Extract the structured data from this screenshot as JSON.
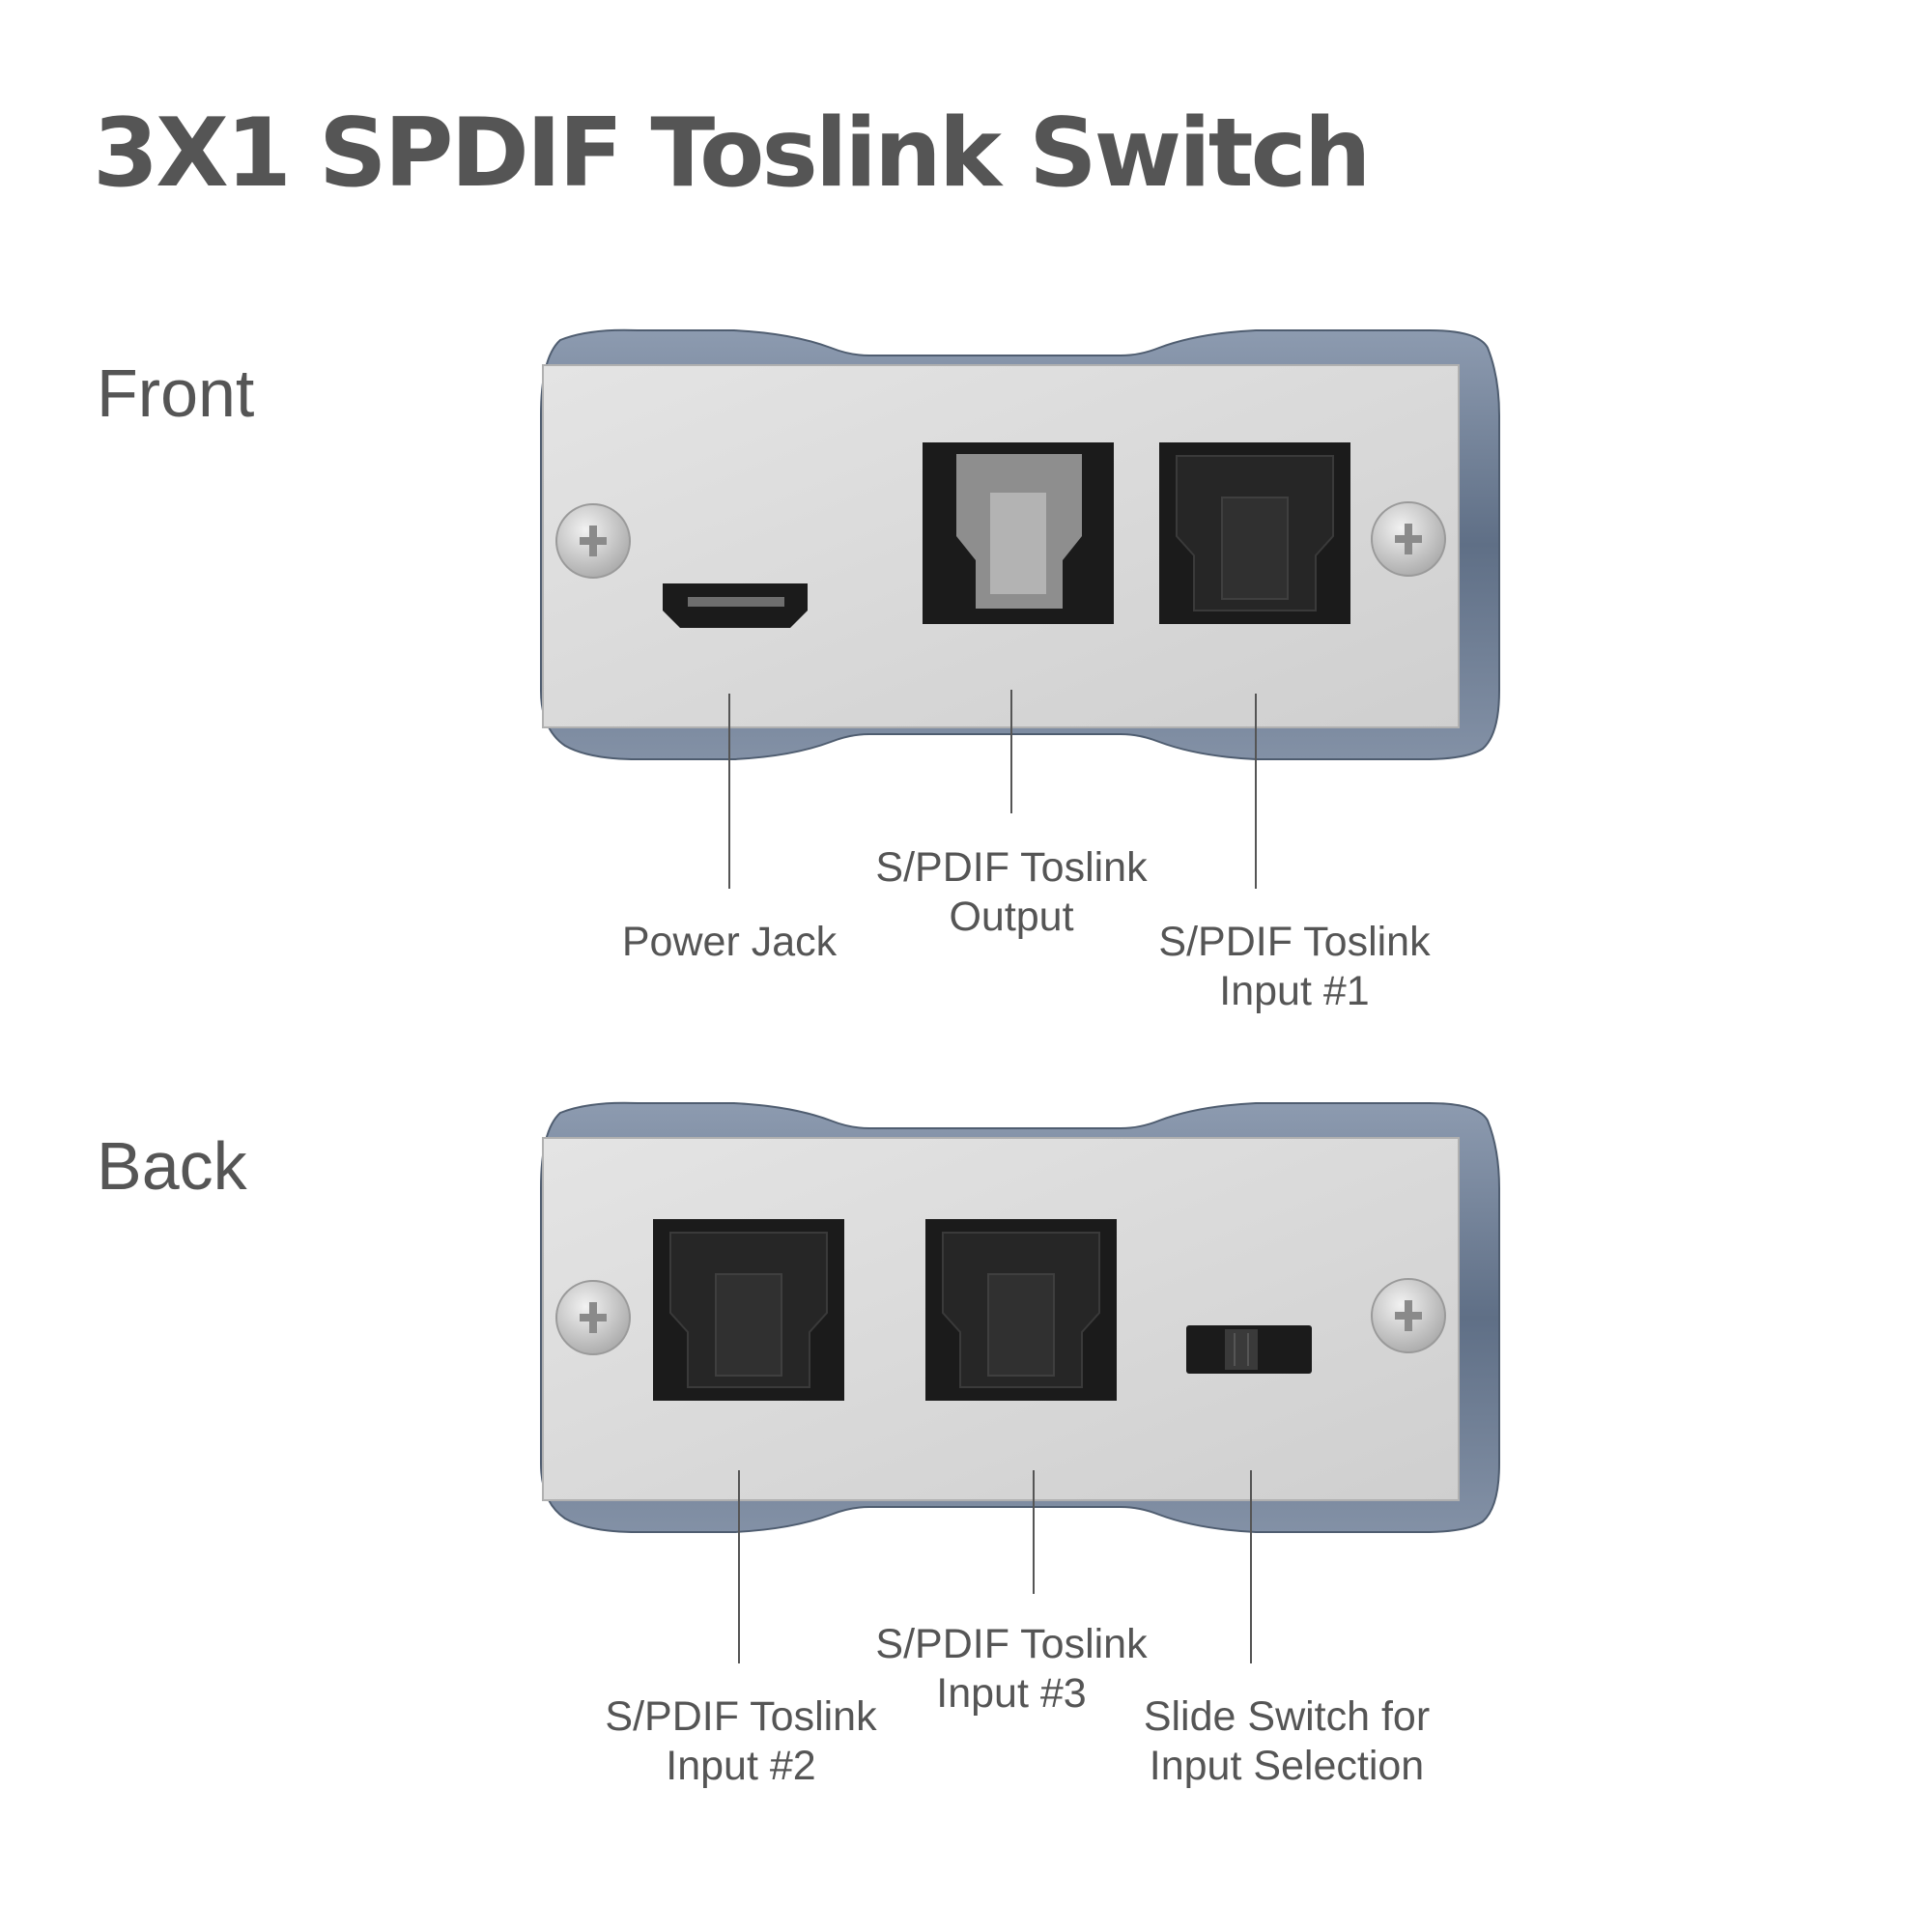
{
  "title": "3X1 SPDIF Toslink Switch",
  "colors": {
    "text": "#555555",
    "housing": "#6b7c92",
    "faceplate": "#d6d6d6",
    "port": "#1b1b1b"
  },
  "front": {
    "label": "Front",
    "callouts": {
      "power_jack": [
        "Power Jack"
      ],
      "output": [
        "S/PDIF Toslink",
        "Output"
      ],
      "input1": [
        "S/PDIF Toslink",
        "Input #1"
      ]
    }
  },
  "back": {
    "label": "Back",
    "callouts": {
      "input2": [
        "S/PDIF Toslink",
        "Input #2"
      ],
      "input3": [
        "S/PDIF Toslink",
        "Input #3"
      ],
      "slide_switch": [
        "Slide Switch for",
        "Input Selection"
      ]
    }
  }
}
